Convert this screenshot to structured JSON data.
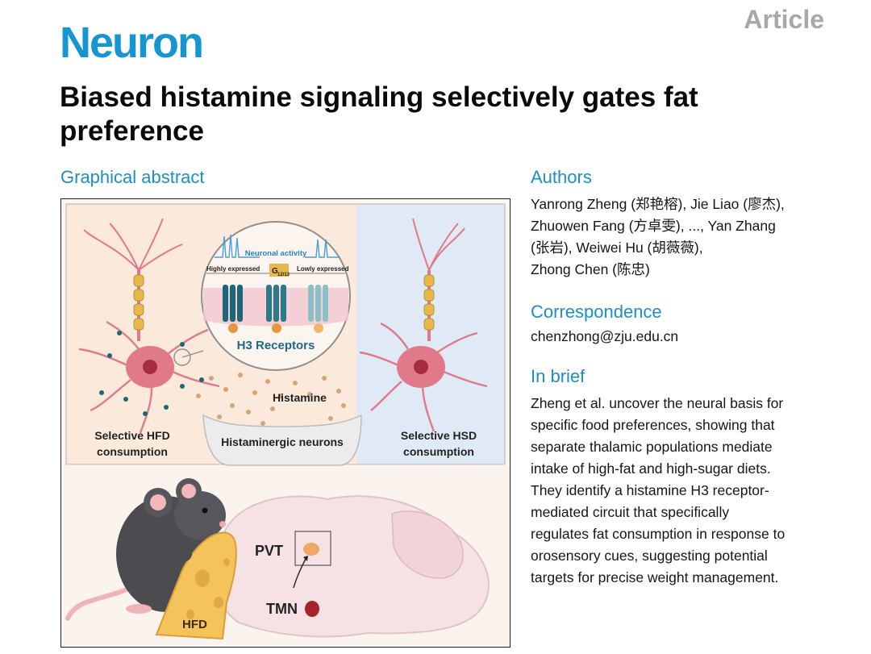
{
  "header": {
    "journal": "Neuron",
    "article_type": "Article"
  },
  "paper": {
    "title": "Biased histamine signaling selectively gates fat preference"
  },
  "graphical_abstract": {
    "heading": "Graphical abstract",
    "labels": {
      "neuronal_activity": "Neuronal activity",
      "highly_expressed": "Highly expressed",
      "g_protein": "G",
      "g_subscript": "12/13",
      "lowly_expressed": "Lowly expressed",
      "h3_receptors": "H3 Receptors",
      "histamine": "Histamine",
      "hfd_line1": "Selective HFD",
      "hfd_line2": "consumption",
      "hsd_line1": "Selective HSD",
      "hsd_line2": "consumption",
      "histaminergic_neurons": "Histaminergic neurons",
      "pvt": "PVT",
      "tmn": "TMN",
      "hfd": "HFD"
    },
    "colors": {
      "left_panel": "#fbe9dc",
      "right_panel": "#dfeaf6",
      "neuron": "#e07a8a",
      "receptor_dark": "#1c6777",
      "receptor_light": "#8cc0c8",
      "histamine_dot": "#d9a476",
      "cheese": "#f4c45a",
      "mouse": "#4b4b50"
    }
  },
  "authors": {
    "heading": "Authors",
    "lines": [
      "Yanrong Zheng (郑艳榕), Jie Liao (廖杰),",
      "Zhuowen Fang (方卓雯), ..., Yan Zhang",
      "(张岩), Weiwei Hu (胡薇薇),",
      "Zhong Chen (陈忠)"
    ]
  },
  "correspondence": {
    "heading": "Correspondence",
    "email": "chenzhong@zju.edu.cn"
  },
  "in_brief": {
    "heading": "In brief",
    "lines": [
      "Zheng et al. uncover the neural basis for",
      "specific food preferences, showing that",
      "separate thalamic populations mediate",
      "intake of high-fat and high-sugar diets.",
      "They identify a histamine H3 receptor-",
      "mediated circuit that specifically",
      "regulates fat consumption in response to",
      "orosensory cues, suggesting potential",
      "targets for precise weight management."
    ]
  }
}
